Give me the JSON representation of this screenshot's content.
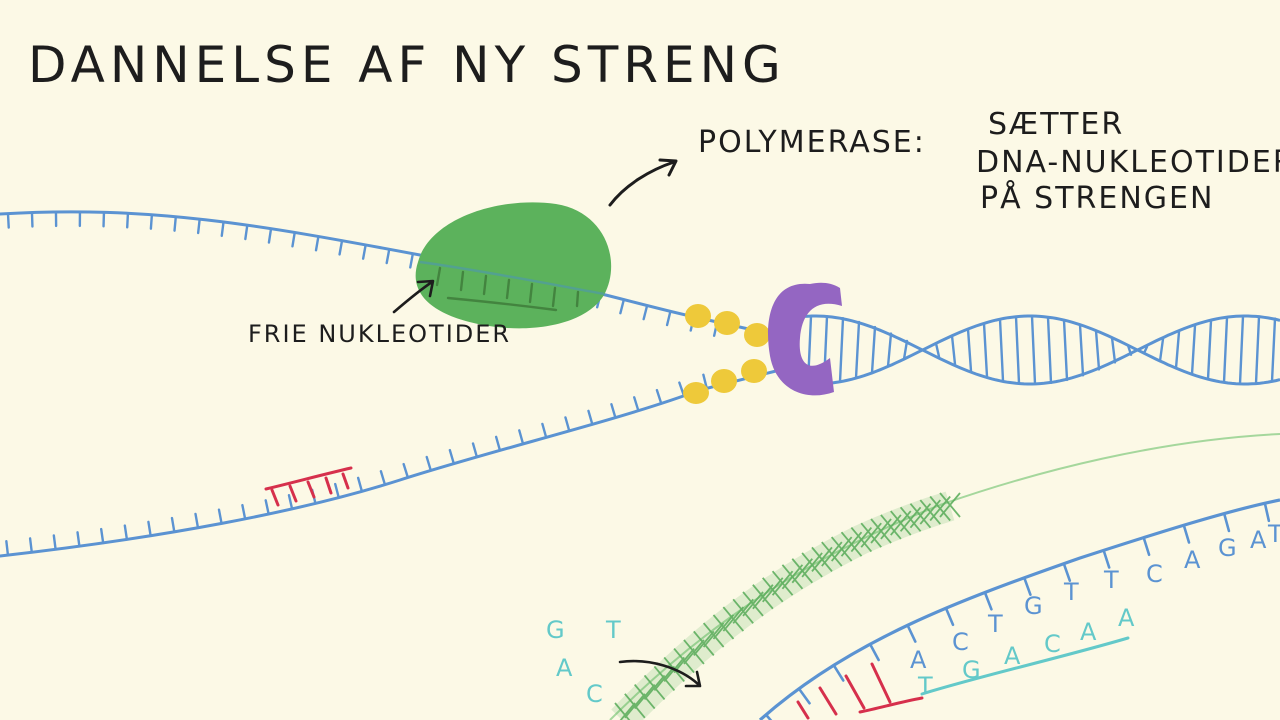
{
  "title": "DANNELSE AF NY STRENG",
  "polymerase": {
    "name": "POLYMERASE:",
    "desc_lines": [
      "SÆTTER",
      "DNA-NUKLEOTIDER",
      "PÅ STRENGEN"
    ]
  },
  "free_nucleotides_label": "FRIE NUKLEOTIDER",
  "loose_bases": [
    "G",
    "T",
    "A",
    "C"
  ],
  "template_bases": [
    "A",
    "C",
    "T",
    "G",
    "T",
    "T",
    "C",
    "A",
    "G",
    "A",
    "T"
  ],
  "new_strand_bases": [
    "T",
    "G",
    "A",
    "C",
    "A",
    "A"
  ],
  "colors": {
    "background": "#fcf9e6",
    "dna_strand": "#5b93d2",
    "polymerase": "#5cb25c",
    "helicase": "#9466c2",
    "nucleotide_ball": "#eec93a",
    "primer": "#d6304c",
    "cyan_base": "#63c9c9",
    "zoom_band": "#5faf5f",
    "ink": "#1d1d1d"
  }
}
